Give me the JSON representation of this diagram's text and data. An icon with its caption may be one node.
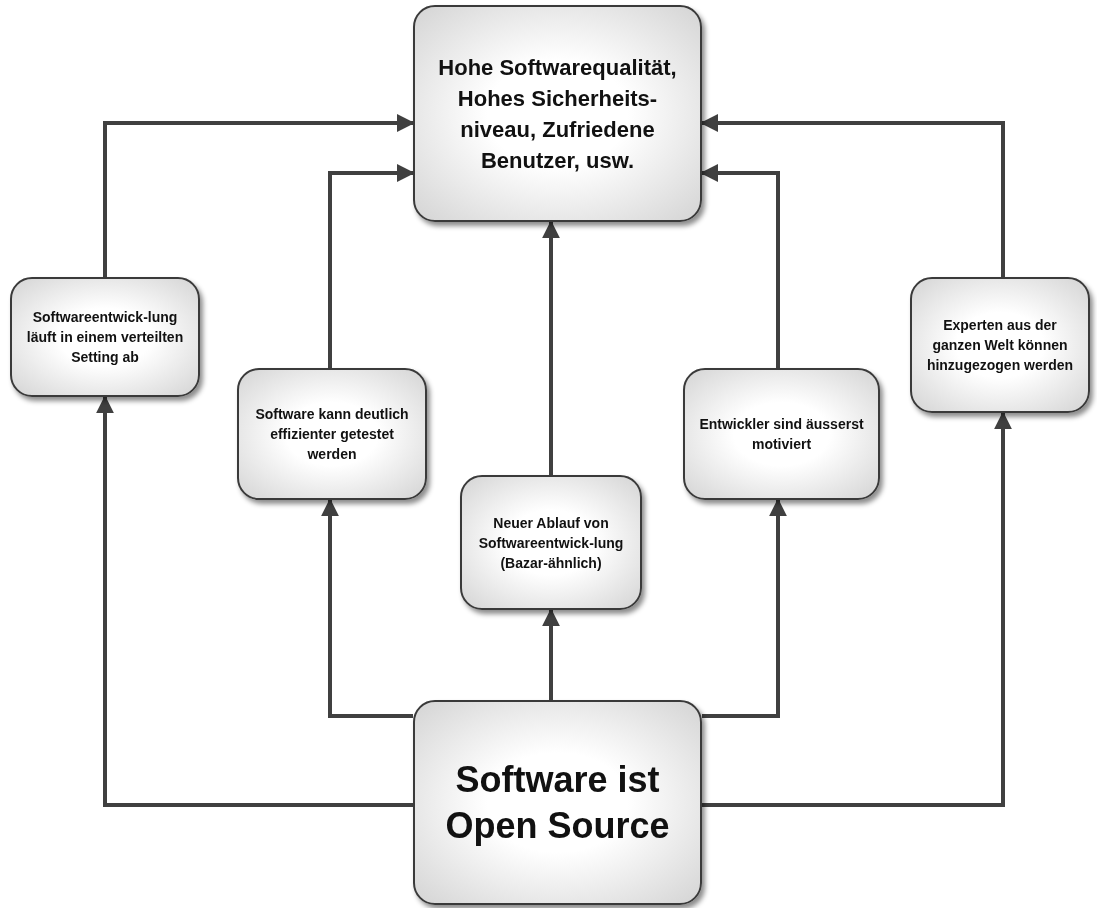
{
  "diagram": {
    "nodes": [
      {
        "text": [
          "Hohe Softwarequalität, Hohes Sicherheits-niveau, Zufriedene Benutzer, usw."
        ]
      },
      {
        "text": [
          "Softwareentwick-lung läuft in einem verteilten Setting ab"
        ]
      },
      {
        "text": [
          "Software kann deutlich effizienter getestet werden"
        ]
      },
      {
        "text": [
          "Neuer Ablauf von Softwareentwick-lung (Bazar-ähnlich)"
        ]
      },
      {
        "text": [
          "Entwickler sind äusserst motiviert"
        ]
      },
      {
        "text": [
          "Experten aus der ganzen Welt können hinzugezogen werden"
        ]
      },
      {
        "text": [
          "Software ist Open Source"
        ]
      }
    ],
    "edges": [
      {
        "from": 6,
        "to": 1,
        "arrow": "to"
      },
      {
        "from": 6,
        "to": 2,
        "arrow": "to"
      },
      {
        "from": 6,
        "to": 3,
        "arrow": "to"
      },
      {
        "from": 6,
        "to": 4,
        "arrow": "to"
      },
      {
        "from": 6,
        "to": 5,
        "arrow": "to"
      },
      {
        "from": 1,
        "to": 0,
        "arrow": "to"
      },
      {
        "from": 2,
        "to": 0,
        "arrow": "to"
      },
      {
        "from": 3,
        "to": 0,
        "arrow": "to"
      },
      {
        "from": 4,
        "to": 0,
        "arrow": "to"
      },
      {
        "from": 5,
        "to": 0,
        "arrow": "to"
      }
    ]
  }
}
